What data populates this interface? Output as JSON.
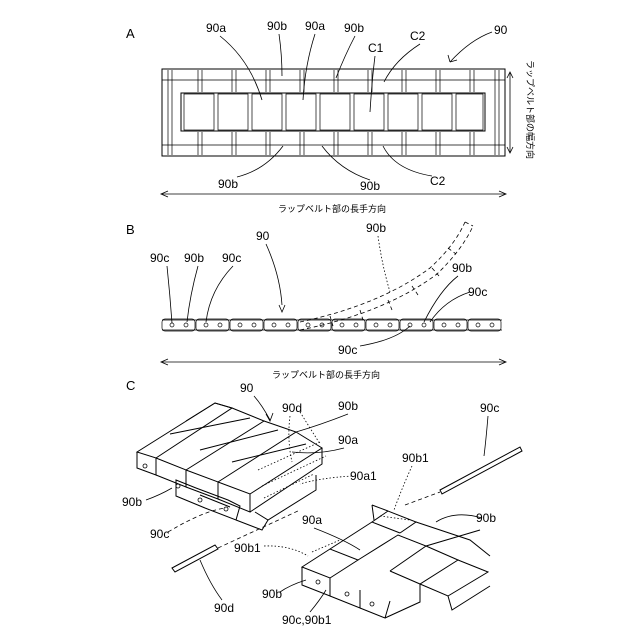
{
  "panel_a": {
    "panel_label": "A",
    "labels": {
      "top_90a_1": "90a",
      "top_90b_1": "90b",
      "top_90a_2": "90a",
      "top_90b_2": "90b",
      "c1": "C1",
      "c2_top": "C2",
      "ref_90": "90",
      "bot_90b_1": "90b",
      "bot_90b_2": "90b",
      "c2_bot": "C2"
    },
    "width_direction": "ラップベルト部の幅方向",
    "length_direction": "ラップベルト部の長手方向"
  },
  "panel_b": {
    "panel_label": "B",
    "labels": {
      "c1": "90c",
      "b1": "90b",
      "c2": "90c",
      "ref_90": "90",
      "b_top": "90b",
      "b_right": "90b",
      "c_right": "90c",
      "c_bottom": "90c"
    },
    "length_direction": "ラップベルト部の長手方向"
  },
  "panel_c": {
    "panel_label": "C",
    "labels": {
      "ref_90": "90",
      "d_top": "90d",
      "b_top": "90b",
      "a_top": "90a",
      "a1": "90a1",
      "b_left": "90b",
      "c_left": "90c",
      "c_right": "90c",
      "b1_mid": "90b1",
      "b_right": "90b",
      "a_mid": "90a",
      "b1_left": "90b1",
      "d_bottom": "90d",
      "b_bottom": "90b",
      "c_b1": "90c,90b1"
    }
  }
}
